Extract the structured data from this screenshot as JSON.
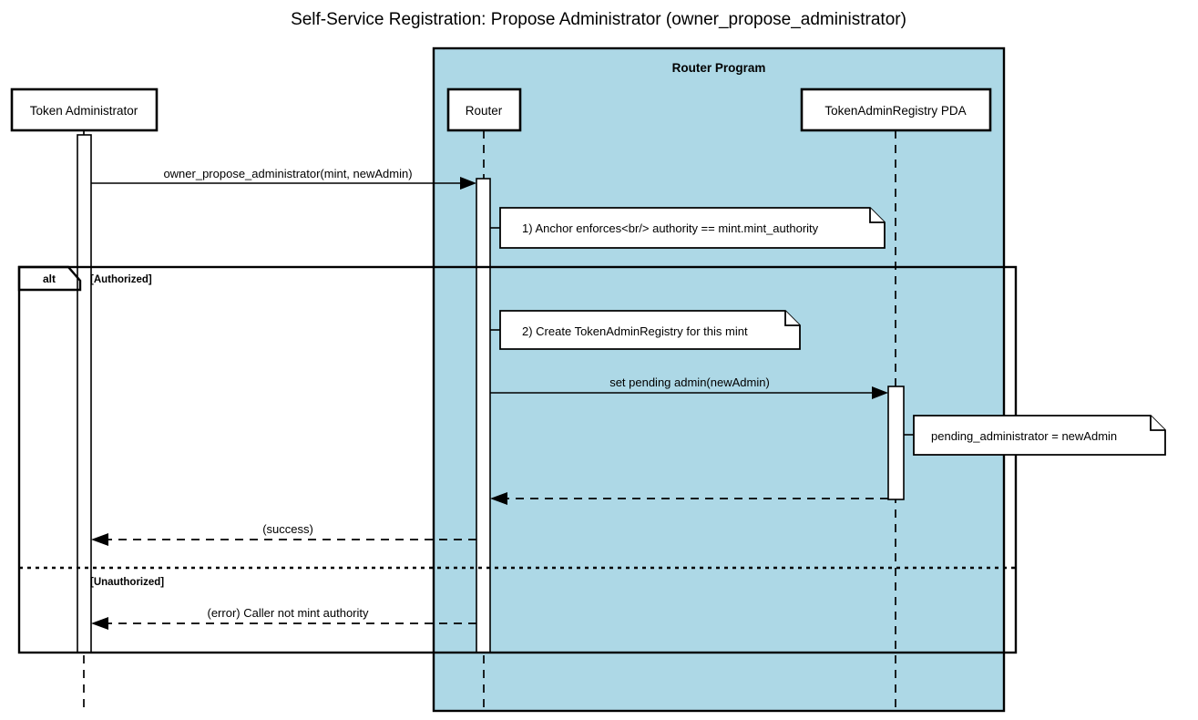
{
  "diagram": {
    "type": "sequence-diagram",
    "title": "Self-Service Registration: Propose Administrator (owner_propose_administrator)",
    "colors": {
      "group_fill": "#add8e6",
      "stroke": "#000000",
      "background": "#ffffff",
      "box_fill": "#ffffff"
    },
    "group": {
      "label": "Router Program",
      "fill": "#add8e6"
    },
    "participants": [
      {
        "id": "admin",
        "label": "Token Administrator",
        "in_group": false
      },
      {
        "id": "router",
        "label": "Router",
        "in_group": true
      },
      {
        "id": "pda",
        "label": "TokenAdminRegistry PDA",
        "in_group": true
      }
    ],
    "messages": [
      {
        "id": "m1",
        "label": "owner_propose_administrator(mint, newAdmin)",
        "from": "admin",
        "to": "router",
        "style": "solid",
        "arrow": "filled"
      },
      {
        "id": "m2",
        "label": "set pending admin(newAdmin)",
        "from": "router",
        "to": "pda",
        "style": "solid",
        "arrow": "filled"
      },
      {
        "id": "m3",
        "label": "",
        "from": "pda",
        "to": "router",
        "style": "dashed",
        "arrow": "filled"
      },
      {
        "id": "m4",
        "label": "(success)",
        "from": "router",
        "to": "admin",
        "style": "dashed",
        "arrow": "filled"
      },
      {
        "id": "m5",
        "label": "(error) Caller not mint authority",
        "from": "router",
        "to": "admin",
        "style": "dashed",
        "arrow": "filled"
      }
    ],
    "notes": [
      {
        "id": "n1",
        "text": "1) Anchor enforces<br/> authority == mint.mint_authority",
        "attached_to": "router",
        "side": "right"
      },
      {
        "id": "n2",
        "text": "2) Create TokenAdminRegistry for this mint",
        "attached_to": "router",
        "side": "right"
      },
      {
        "id": "n3",
        "text": "pending_administrator = newAdmin",
        "attached_to": "pda",
        "side": "right"
      }
    ],
    "fragment": {
      "operator": "alt",
      "branches": [
        {
          "guard": "[Authorized]"
        },
        {
          "guard": "[Unauthorized]"
        }
      ]
    }
  }
}
